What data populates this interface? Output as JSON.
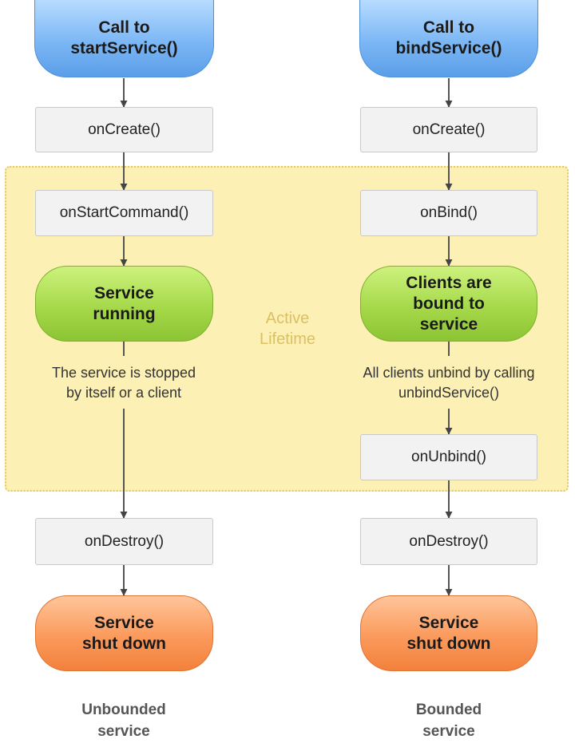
{
  "active_lifetime": {
    "line1": "Active",
    "line2": "Lifetime"
  },
  "left": {
    "start": {
      "line1": "Call to",
      "line2": "startService()"
    },
    "on_create": "onCreate()",
    "on_start_command": "onStartCommand()",
    "running": {
      "line1": "Service",
      "line2": "running"
    },
    "stopped_note": {
      "line1": "The service is stopped",
      "line2": "by itself or a client"
    },
    "on_destroy": "onDestroy()",
    "shutdown": {
      "line1": "Service",
      "line2": "shut down"
    },
    "footer": {
      "line1": "Unbounded",
      "line2": "service"
    }
  },
  "right": {
    "start": {
      "line1": "Call to",
      "line2": "bindService()"
    },
    "on_create": "onCreate()",
    "on_bind": "onBind()",
    "bound": {
      "line1": "Clients are",
      "line2": "bound to",
      "line3": "service"
    },
    "unbind_note": {
      "line1": "All clients unbind by calling",
      "line2": "unbindService()"
    },
    "on_unbind": "onUnbind()",
    "on_destroy": "onDestroy()",
    "shutdown": {
      "line1": "Service",
      "line2": "shut down"
    },
    "footer": {
      "line1": "Bounded",
      "line2": "service"
    }
  },
  "colors": {
    "start_node": "#7cb7f5",
    "running_node": "#a6d94a",
    "shutdown_node": "#fb9a5c",
    "method_box": "#f2f2f2",
    "active_zone": "#fdf0b4",
    "arrow": "#444444"
  }
}
